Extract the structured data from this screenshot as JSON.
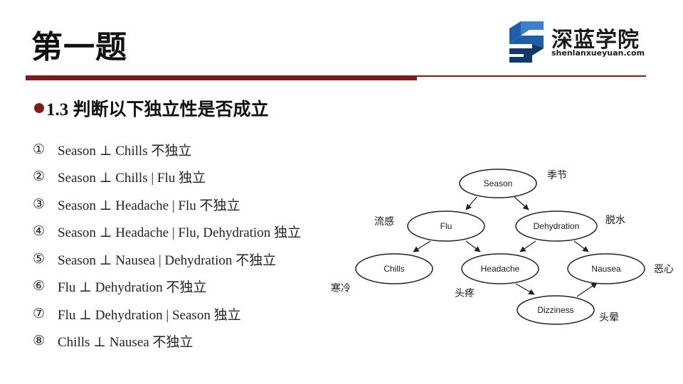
{
  "slide": {
    "title": "第一题",
    "logo": {
      "name": "深蓝学院",
      "url": "shenlanxueyuan.com",
      "colors": {
        "blue": "#1f5fa8",
        "dark_blue": "#12386b",
        "light_blue": "#3d7fd0"
      }
    },
    "accent_color": "#7b1b1b",
    "heading": "1.3 判断以下独立性是否成立",
    "statements": [
      {
        "num": "①",
        "text": "Season ⊥ Chills 不独立"
      },
      {
        "num": "②",
        "text": "Season ⊥ Chills | Flu 独立"
      },
      {
        "num": "③",
        "text": "Season ⊥ Headache | Flu 不独立"
      },
      {
        "num": "④",
        "text": "Season ⊥ Headache | Flu, Dehydration 独立"
      },
      {
        "num": "⑤",
        "text": "Season ⊥ Nausea | Dehydration 不独立"
      },
      {
        "num": "⑥",
        "text": "Flu ⊥ Dehydration 不独立"
      },
      {
        "num": "⑦",
        "text": "Flu ⊥ Dehydration | Season 独立"
      },
      {
        "num": "⑧",
        "text": "Chills ⊥ Nausea 不独立"
      }
    ]
  },
  "diagram": {
    "nodes": {
      "season": {
        "label": "Season",
        "cn": "季节"
      },
      "flu": {
        "label": "Flu",
        "cn": "流感"
      },
      "dehydration": {
        "label": "Dehydration",
        "cn": "脱水"
      },
      "chills": {
        "label": "Chills",
        "cn": "寒冷"
      },
      "headache": {
        "label": "Headache",
        "cn": "头疼"
      },
      "nausea": {
        "label": "Nausea",
        "cn": "恶心"
      },
      "dizziness": {
        "label": "Dizziness",
        "cn": "头晕"
      }
    }
  }
}
